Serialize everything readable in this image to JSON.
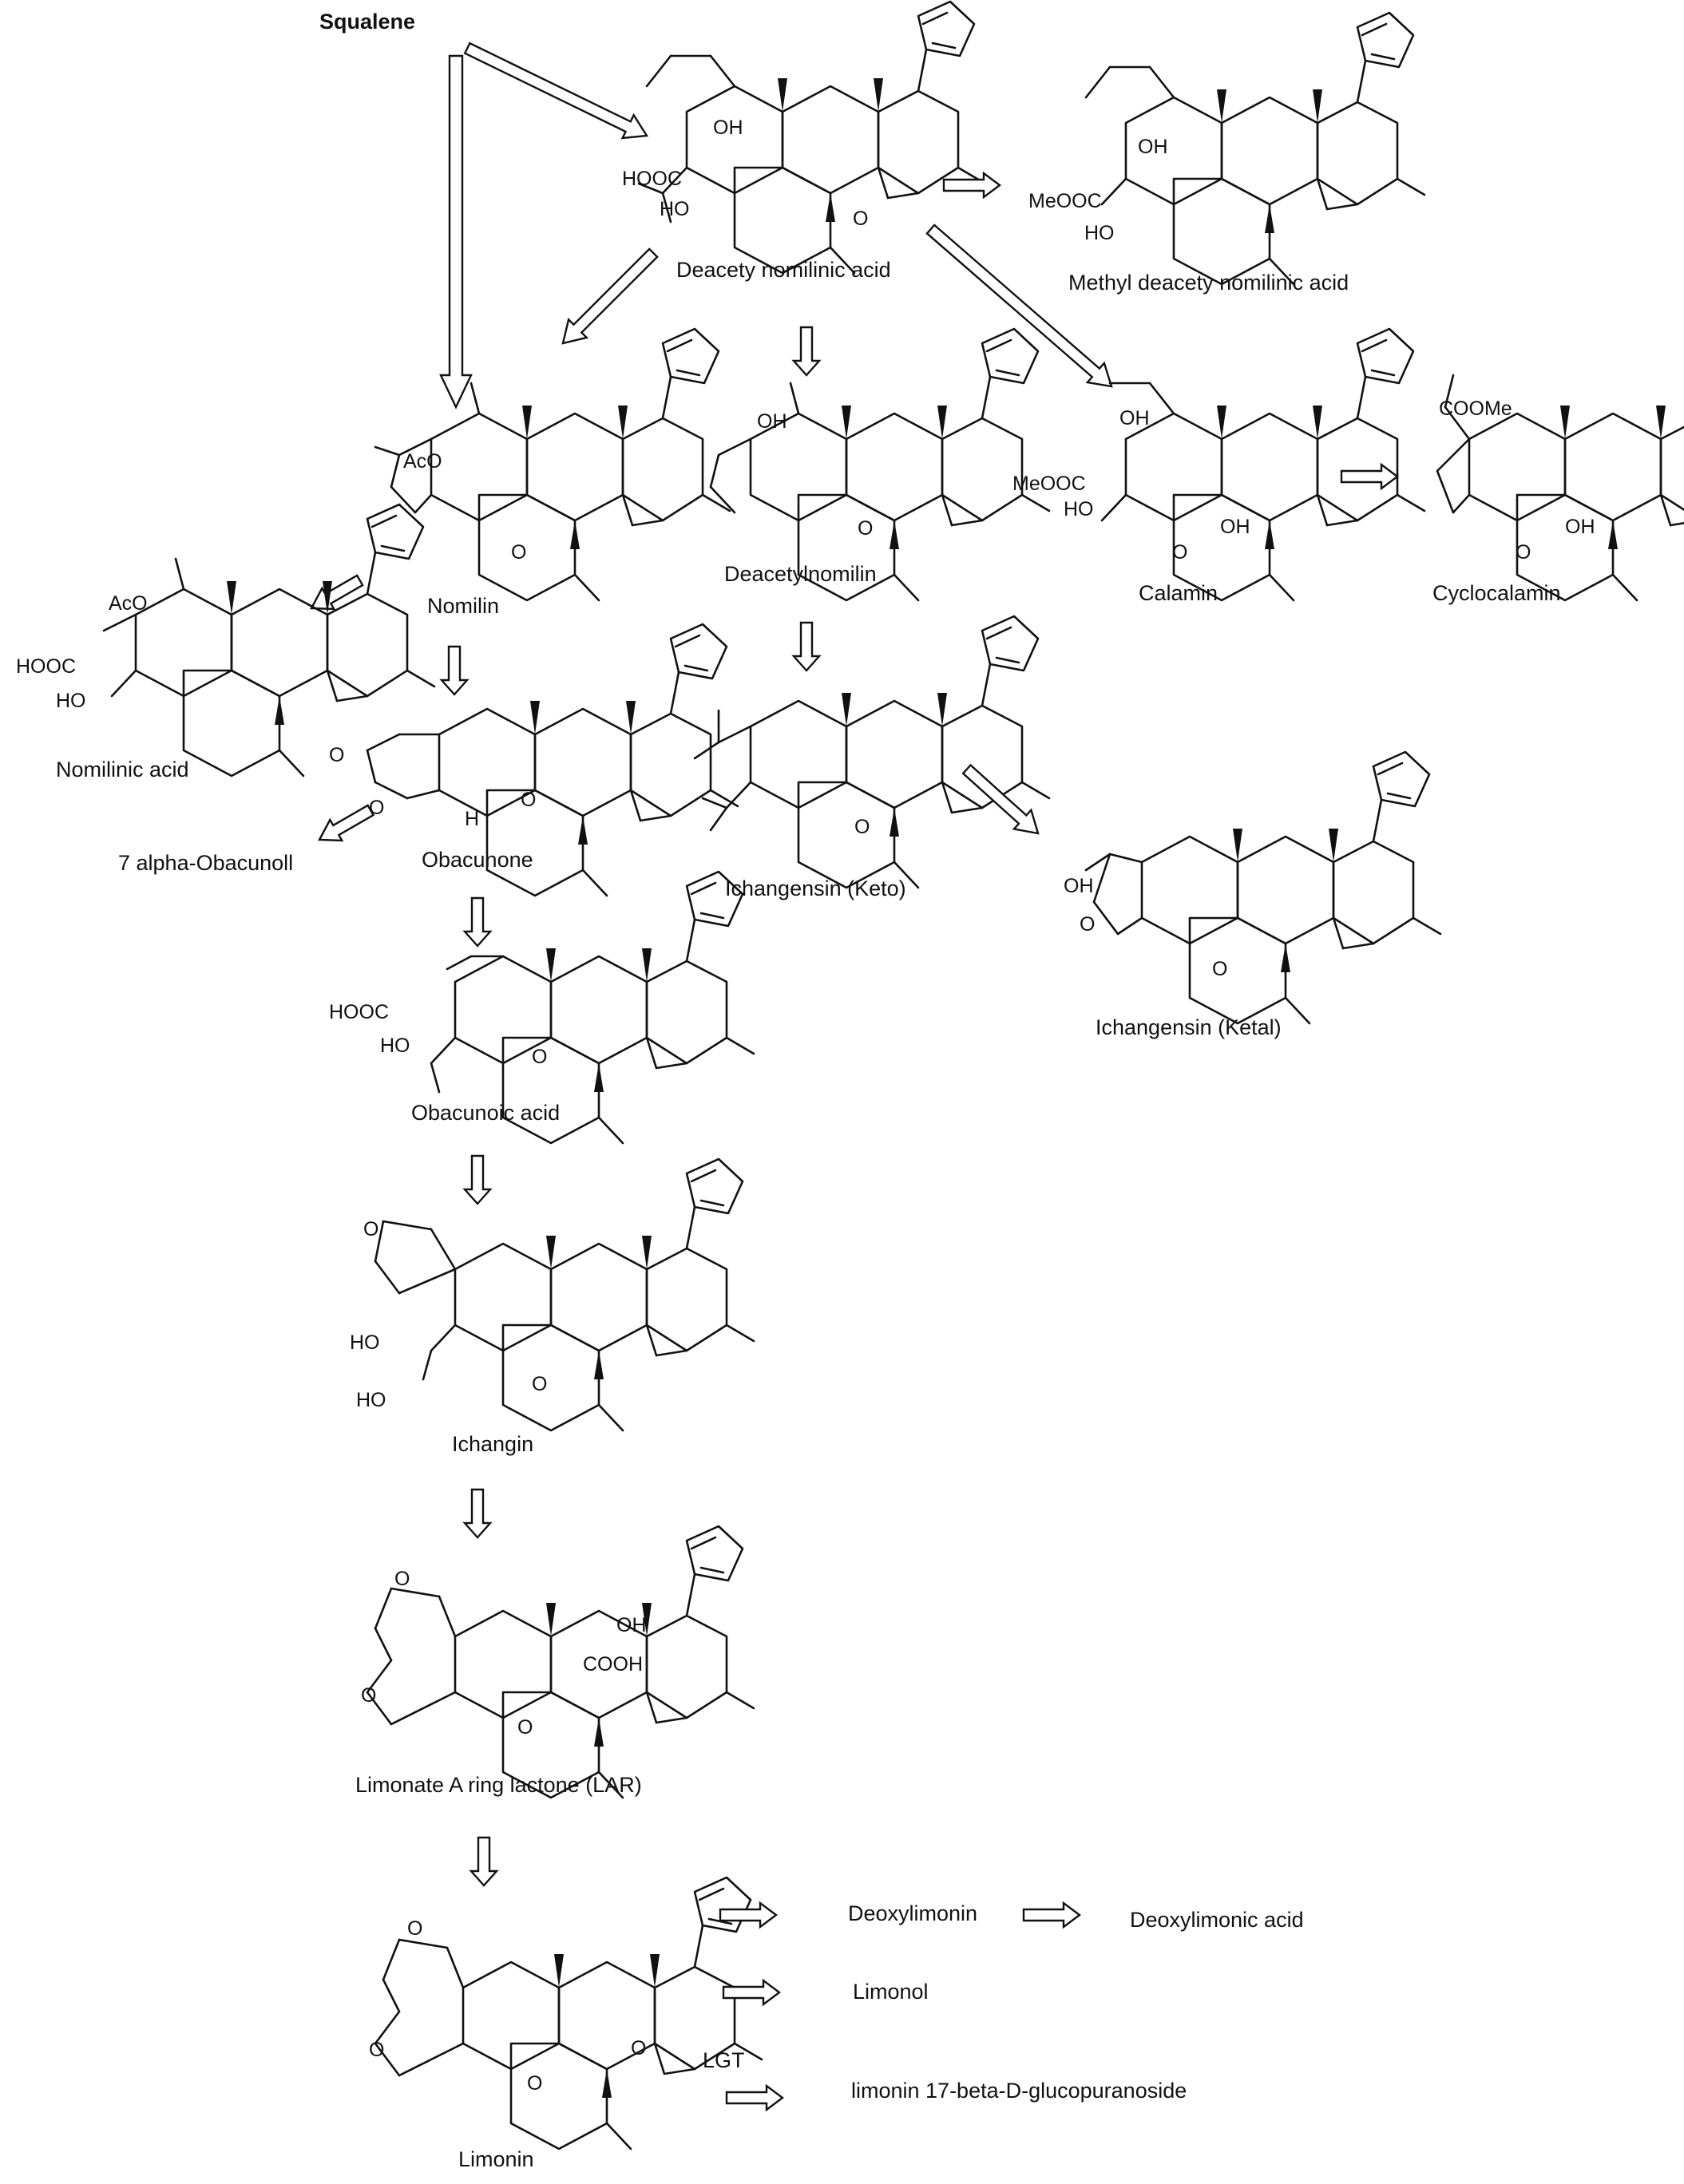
{
  "start": "Squalene",
  "compounds": {
    "deacety_nomilinic_acid": "Deacety nomilinic acid",
    "methyl_deacety_nomilinic_acid": "Methyl deacety nomilinic acid",
    "nomilin": "Nomilin",
    "deacetylnomilin": "Deacetylnomilin",
    "calamin": "Calamin",
    "cyclocalamin": "Cyclocalamin",
    "nomilinic_acid": "Nomilinic acid",
    "obacunone": "Obacunone",
    "obacunol": "7 alpha-Obacunoll",
    "ichangensin_keto": "Ichangensin (Keto)",
    "ichangensin_ketal": "Ichangensin (Ketal)",
    "obacunoic_acid": "Obacunoic acid",
    "ichangin": "Ichangin",
    "lar": "Limonate A ring lactone (LAR)",
    "limonin": "Limonin",
    "deoxylimonin": "Deoxylimonin",
    "deoxylimonic_acid": "Deoxylimonic acid",
    "limonol": "Limonol",
    "glucoside": "limonin 17-beta-D-glucopuranoside"
  },
  "enzymes": {
    "lgt": "LGT"
  },
  "atoms": {
    "hooc": "HOOC",
    "meooc": "MeOOC",
    "ho": "HO",
    "oh": "OH",
    "aco": "AcO",
    "o": "O",
    "h": "H",
    "cooh": "COOH",
    "coome": "COOMe"
  },
  "colors": {
    "ink": "#111111",
    "background": "#ffffff"
  }
}
